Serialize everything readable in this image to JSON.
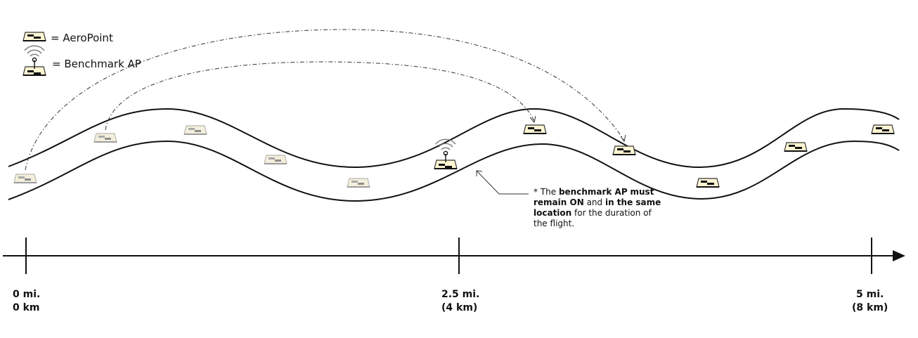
{
  "legend": {
    "aeropoint_label": "= AeroPoint",
    "benchmark_label": "= Benchmark AP"
  },
  "note": {
    "prefix": "* The ",
    "bold1": "benchmark AP",
    "mid1": " ",
    "bold2": "must remain ON",
    "mid2": " and ",
    "bold3": "in the same location",
    "suffix": " for the duration of the flight."
  },
  "axis": {
    "ticks": [
      {
        "line1": "0 mi.",
        "line2": "0 km"
      },
      {
        "line1": "2.5 mi.",
        "line2": "(4 km)"
      },
      {
        "line1": "5 mi.",
        "line2": "(8 km)"
      }
    ]
  },
  "colors": {
    "ink": "#111111",
    "tile_fill_light": "#f3efdc",
    "tile_fill_dark": "#fff6d3",
    "tile_stroke_light": "#b8b8b0",
    "tile_stroke_dark": "#333333"
  }
}
